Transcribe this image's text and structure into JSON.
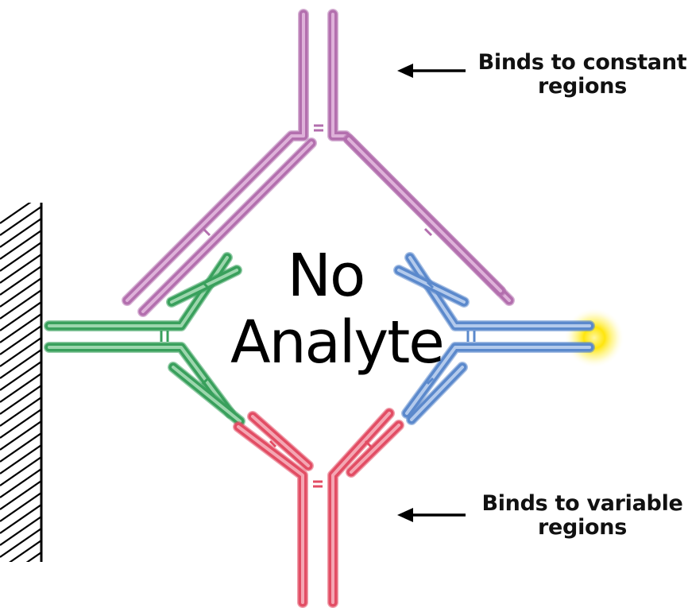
{
  "center": {
    "line1": "No",
    "line2": "Analyte"
  },
  "annotations": {
    "top": {
      "line1": "Binds to constant",
      "line2": "regions"
    },
    "bottom": {
      "line1": "Binds to variable",
      "line2": "regions"
    }
  },
  "antibodies": [
    {
      "name": "top",
      "color": "#b36fae",
      "highlight": "#e2b8de",
      "role": "binds constant regions"
    },
    {
      "name": "left",
      "color": "#39a05c",
      "highlight": "#a7dcb6",
      "role": "capture antibody on surface"
    },
    {
      "name": "right",
      "color": "#5b89cc",
      "highlight": "#bcd1f0",
      "role": "labeled antibody"
    },
    {
      "name": "bottom",
      "color": "#e24d64",
      "highlight": "#f6b0bb",
      "role": "binds variable regions"
    }
  ],
  "colors": {
    "glow": "#ffe400",
    "wall": "#000000",
    "arrow": "#000000"
  }
}
